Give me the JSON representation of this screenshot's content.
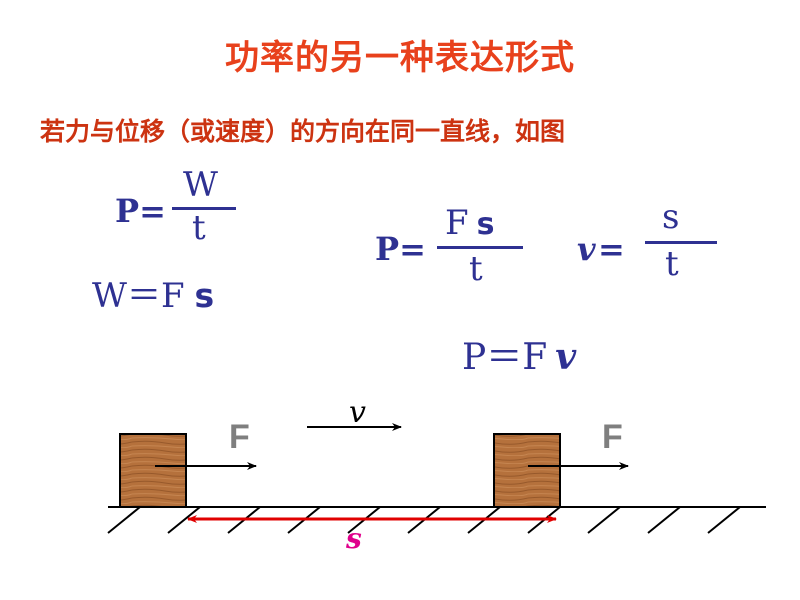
{
  "title": "功率的另一种表达形式",
  "subtitle": "若力与位移（或速度）的方向在同一直线，如图",
  "formulas": {
    "p_lhs": "P=",
    "w_numerator": "W",
    "t_denominator": "t",
    "w_eq_fs_lhs": "W＝F",
    "w_eq_fs_s": "s",
    "p2_lhs": "P=",
    "fs_numerator_F": "F",
    "fs_numerator_s": "s",
    "t2_denominator": "t",
    "v_lhs": "v",
    "v_eq": "=",
    "s_numerator": "s",
    "t3_denominator": "t",
    "p_eq_fv_lhs": "P＝F",
    "p_eq_fv_v": "v"
  },
  "diagram": {
    "force_label_left": "F",
    "force_label_right": "F",
    "velocity_label": "v",
    "displacement_label": "s",
    "colors": {
      "block_fill": "#b5713c",
      "block_grain": "#8a4f24",
      "ground_line": "#000000",
      "displacement_arrow": "#e00000",
      "displacement_label": "#e0008c",
      "force_label": "#7f7f7f"
    }
  }
}
